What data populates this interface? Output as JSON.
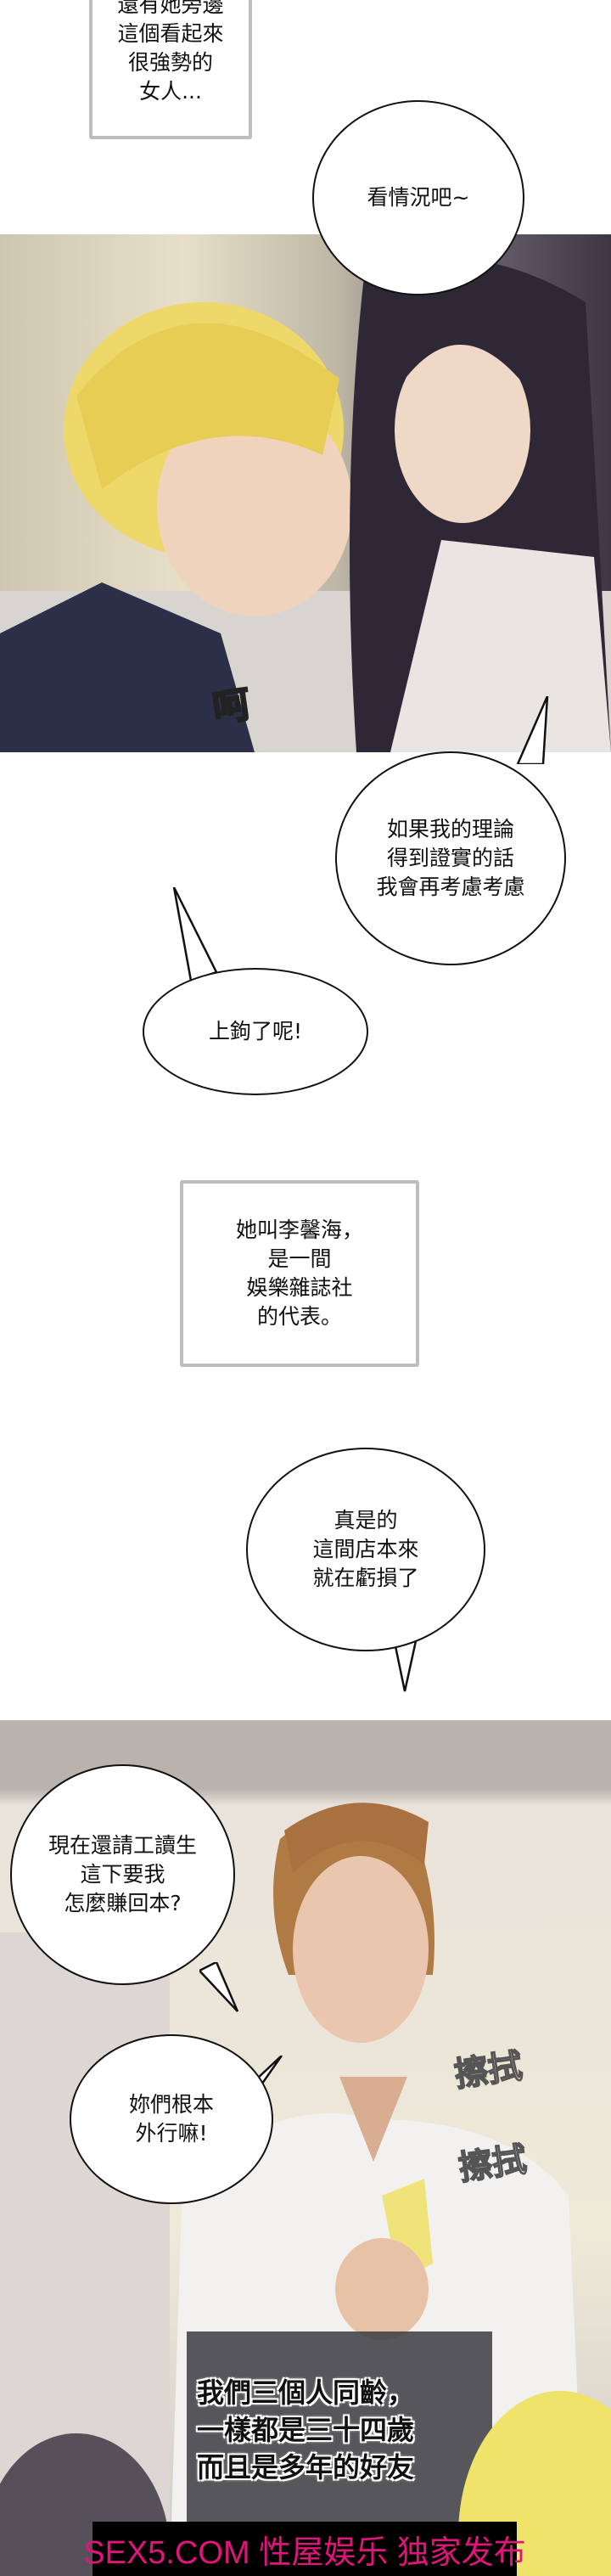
{
  "caption_1": {
    "lines": [
      "還有她旁邊",
      "這個看起來",
      "很強勢的",
      "女人..."
    ]
  },
  "bubble_1": {
    "text": "看情況吧~"
  },
  "panel_1": {
    "sfx": "呵"
  },
  "bubble_2": {
    "lines": [
      "如果我的理論",
      "得到證實的話",
      "我會再考慮考慮"
    ]
  },
  "bubble_3": {
    "text": "上鉤了呢!"
  },
  "caption_2": {
    "lines": [
      "她叫李馨海，",
      "是一間",
      "娛樂雜誌社",
      "的代表。"
    ]
  },
  "bubble_4": {
    "lines": [
      "真是的",
      "這間店本來",
      "就在虧損了"
    ]
  },
  "panel_2": {
    "bubble_5": {
      "lines": [
        "現在還請工讀生",
        "這下要我",
        "怎麼賺回本?"
      ]
    },
    "bubble_6": {
      "lines": [
        "妳們根本",
        "外行嘛!"
      ]
    },
    "sfx": [
      "擦拭",
      "擦拭"
    ],
    "narration": [
      "我們三個人同齡，",
      "一樣都是三十四歲",
      "而且是多年的好友"
    ]
  },
  "watermark": {
    "text": "SEX5.COM 性屋娱乐 独家发布",
    "color": "#e0157a"
  }
}
